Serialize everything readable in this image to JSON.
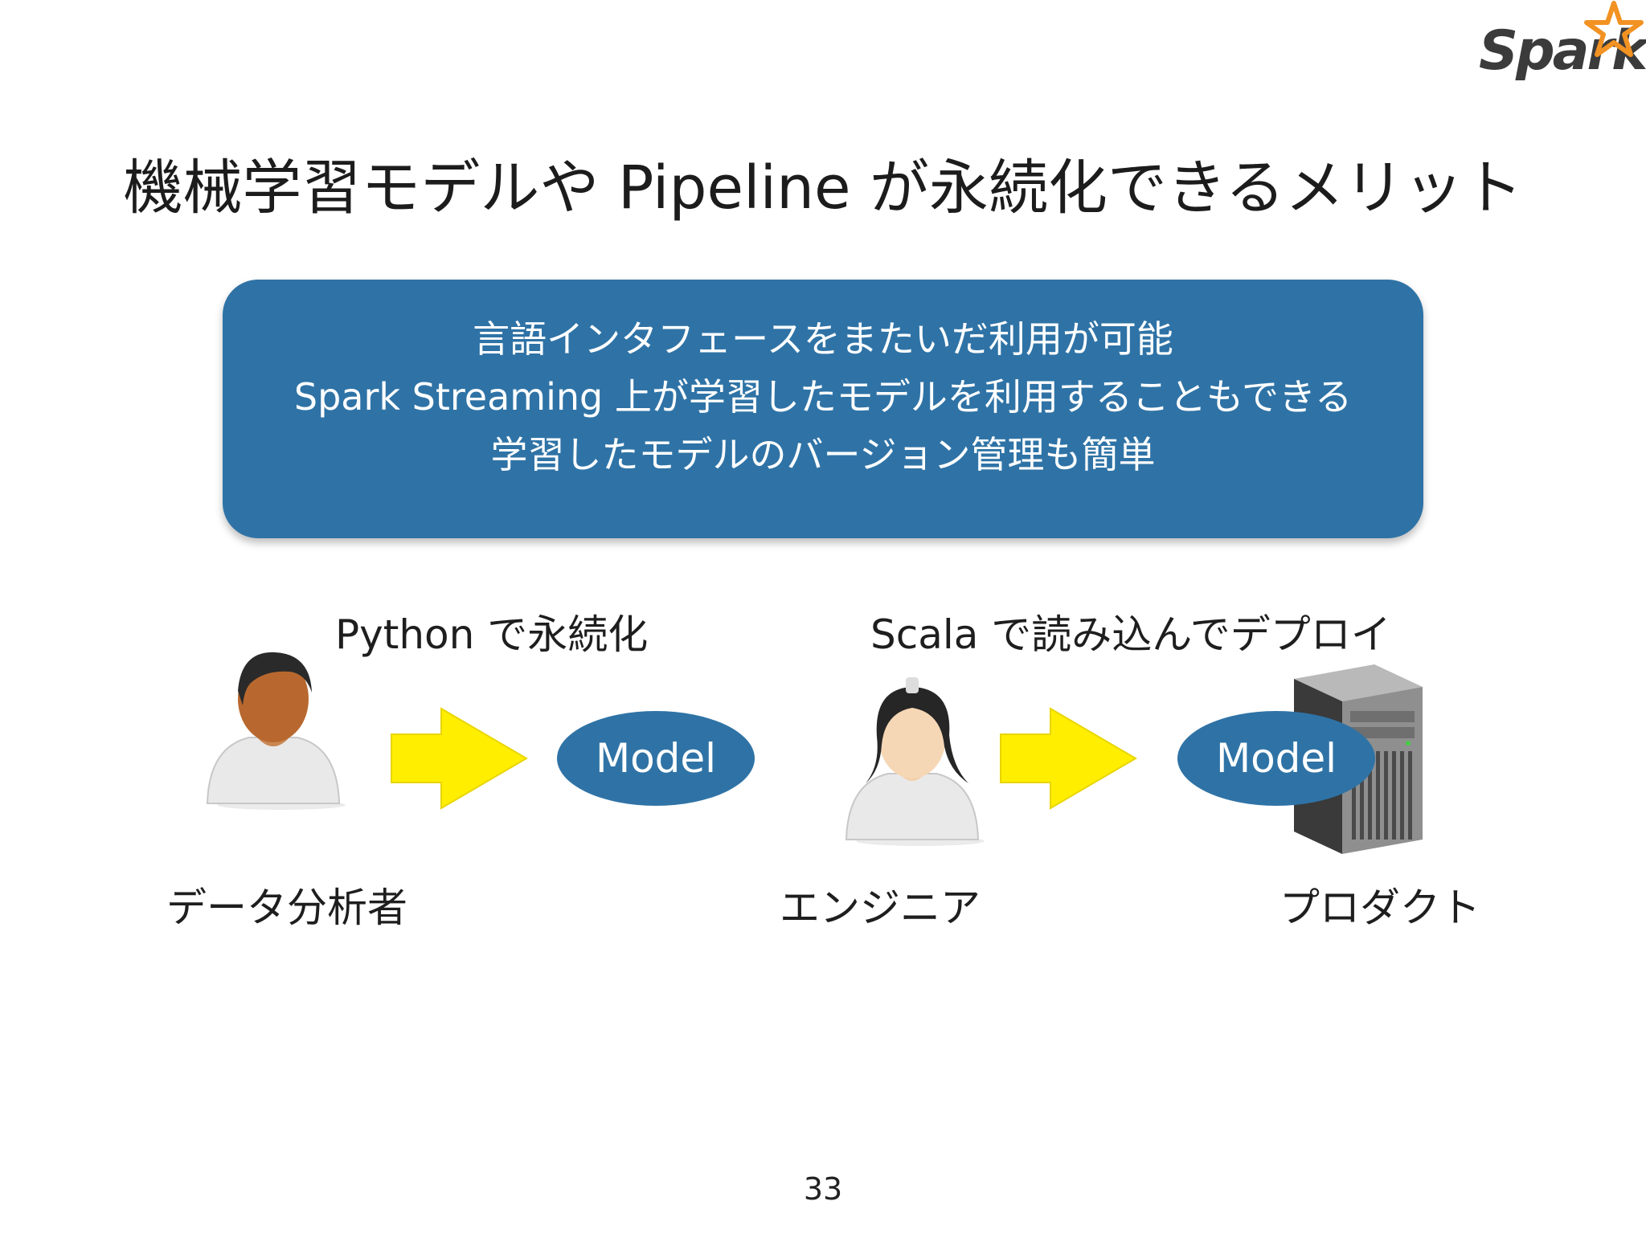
{
  "logo": {
    "text": "Spark"
  },
  "slide": {
    "title": "機械学習モデルや Pipeline が永続化できるメリット",
    "panel_lines": [
      "言語インタフェースをまたいだ利用が可能",
      "Spark Streaming 上が学習したモデルを利用することもできる",
      "学習したモデルのバージョン管理も簡単"
    ],
    "flow": {
      "left_caption": "Python で永続化",
      "right_caption": "Scala で読み込んでデプロイ",
      "model_left": "Model",
      "model_right": "Model",
      "actor_analyst": "データ分析者",
      "actor_engineer": "エンジニア",
      "actor_product": "プロダクト"
    },
    "page_number": "33"
  },
  "colors": {
    "panel_blue": "#2f73a6",
    "arrow_yellow": "#ffee00",
    "logo_orange": "#f29222"
  },
  "icons": [
    "analyst-person-icon",
    "engineer-person-icon",
    "server-icon",
    "spark-star-icon",
    "right-arrow-icon"
  ]
}
